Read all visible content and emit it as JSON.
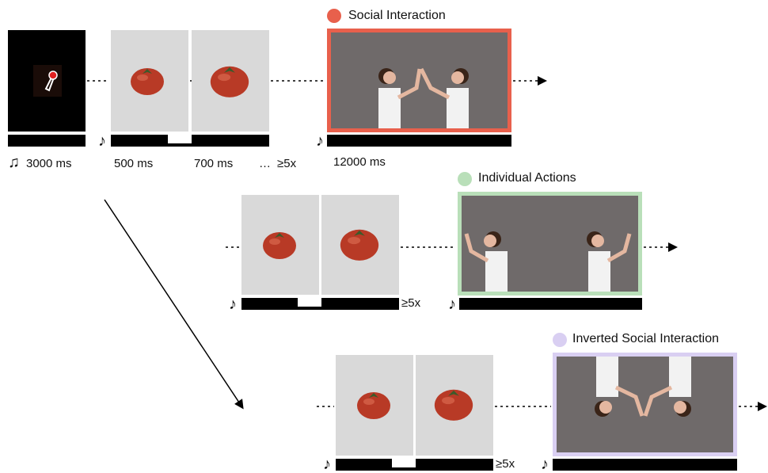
{
  "conditions": {
    "social": {
      "label": "Social Interaction",
      "color": "#e8604c"
    },
    "individual": {
      "label": "Individual Actions",
      "color": "#b9dfb9"
    },
    "inverted": {
      "label": "Inverted Social Interaction",
      "color": "#d9cff2"
    }
  },
  "timeline": {
    "fixation_duration": "3000 ms",
    "first_tomato_duration": "500 ms",
    "second_tomato_duration": "700 ms",
    "ellipsis": "…",
    "repeat_label": "≥5x",
    "video_duration": "12000 ms"
  },
  "icons": {
    "music_note": "♪",
    "double_note": "♫"
  }
}
